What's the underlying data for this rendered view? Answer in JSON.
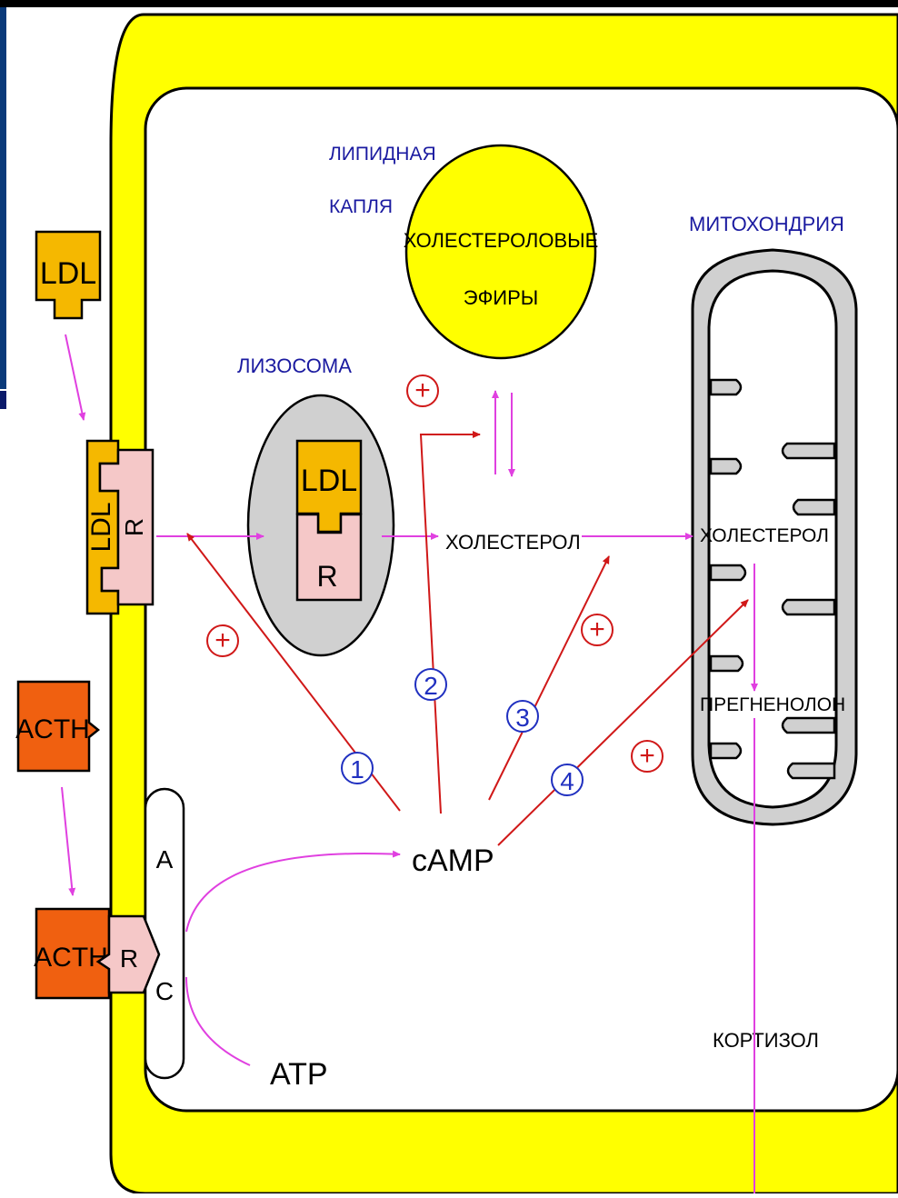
{
  "labels": {
    "lipid_drop_line1": "ЛИПИДНАЯ",
    "lipid_drop_line2": "КАПЛЯ",
    "cholesterol_esters_line1": "ХОЛЕСТЕРОЛОВЫЕ",
    "cholesterol_esters_line2": "ЭФИРЫ",
    "lysosome": "ЛИЗОСОМА",
    "mitochondrion": "МИТОХОНДРИЯ",
    "cholesterol": "ХОЛЕСТЕРОЛ",
    "mito_cholesterol": "ХОЛЕСТЕРОЛ",
    "pregnenolone": "ПРЕГНЕНОЛОН",
    "cortisol": "КОРТИЗОЛ",
    "camp": "cAMP",
    "atp": "ATP"
  },
  "molecules": {
    "ldl_free": "LDL",
    "ldl_receptor": "LDL",
    "receptor_membrane": "R",
    "ldl_lysosome": "LDL",
    "receptor_lysosome": "R",
    "acth_free": "ACTH",
    "acth_receptor": "ACTH",
    "receptor_acth": "R",
    "ac_a": "A",
    "ac_c": "C"
  },
  "markers": {
    "plus": "+",
    "pathway_numbers": [
      "1",
      "2",
      "3",
      "4"
    ]
  },
  "colors": {
    "membrane_yellow": "#ffff00",
    "ldl_orange": "#f5b800",
    "acth_orange": "#f06010",
    "receptor_pink": "#f5c8c8",
    "organelle_gray": "#d0d0d0",
    "magenta_arrow": "#e040e0",
    "red_arrow": "#d01818",
    "label_blue": "#1a1aa0",
    "number_blue": "#2030c0"
  }
}
